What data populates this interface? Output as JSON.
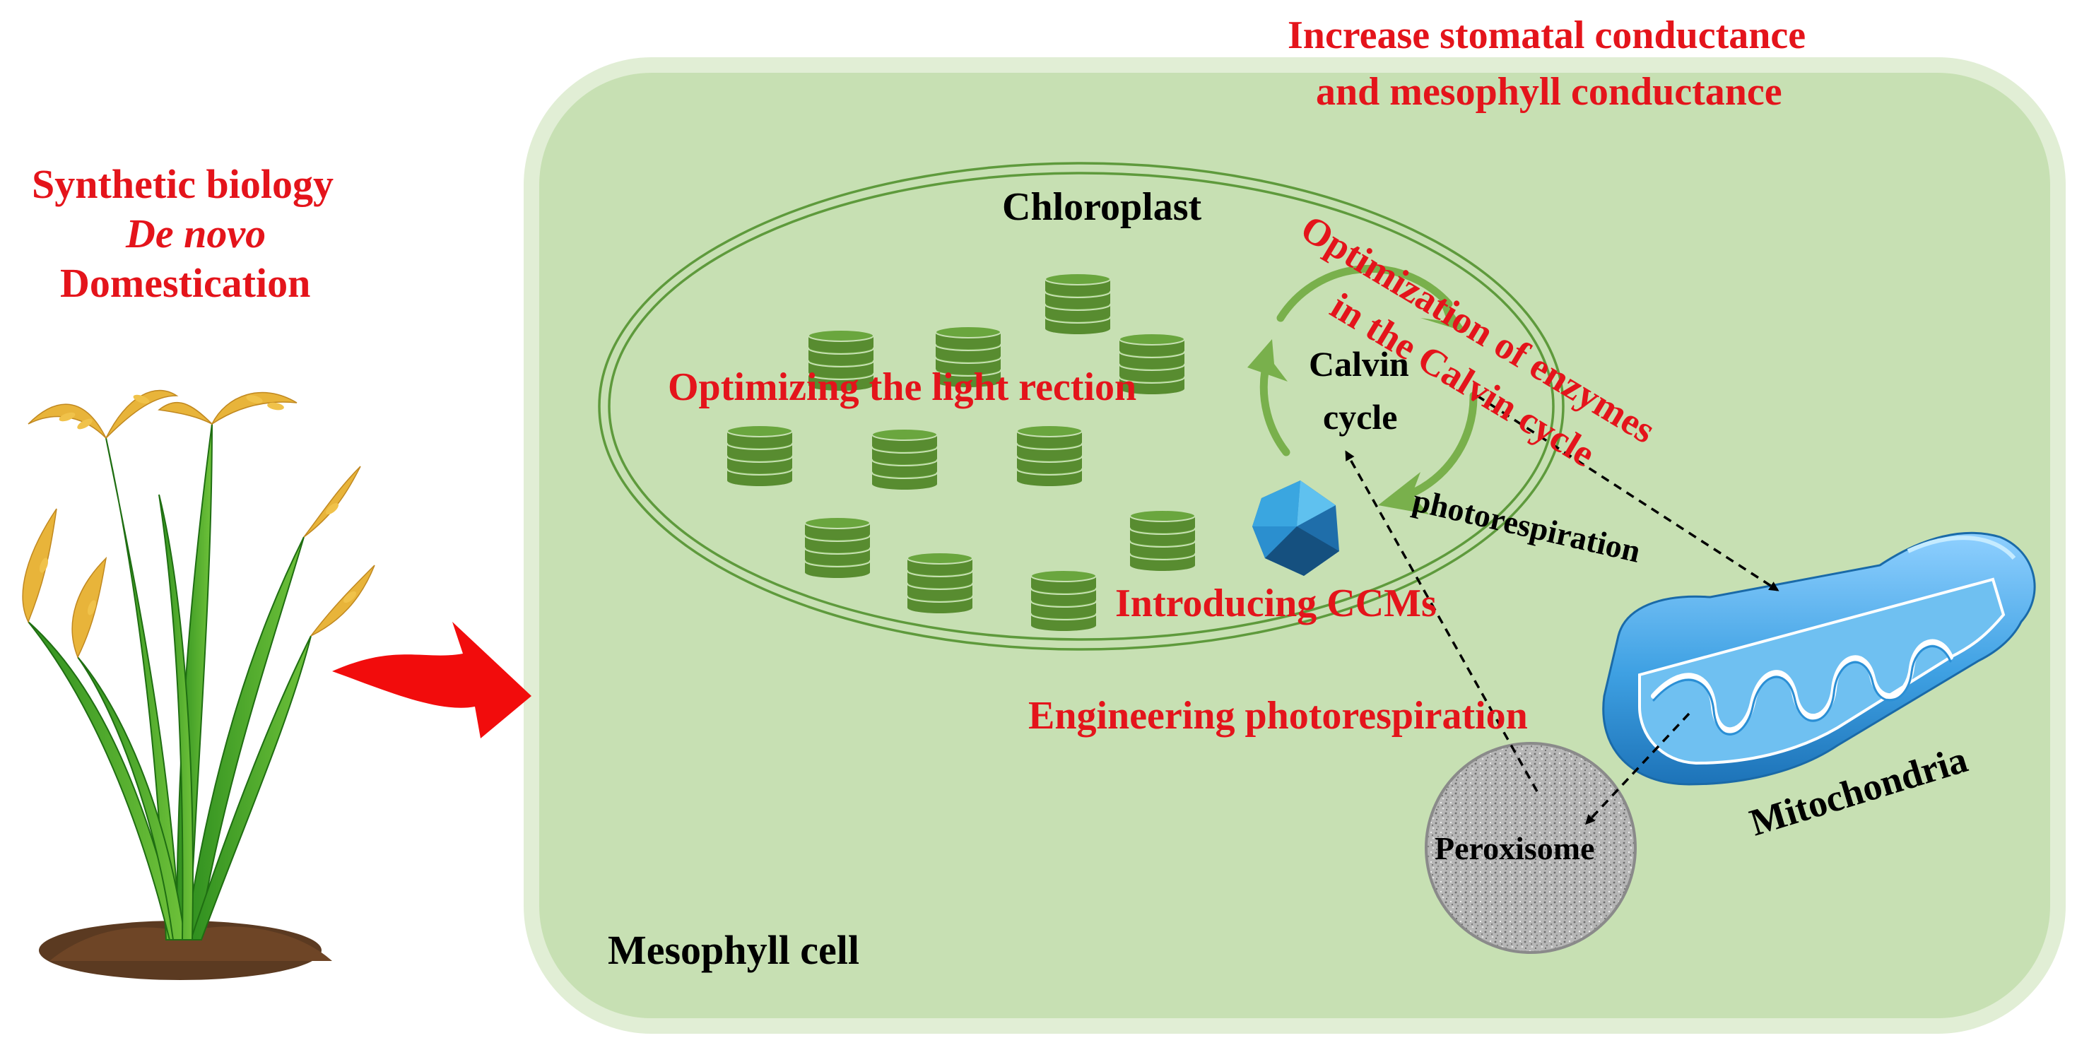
{
  "labels": {
    "synthetic_biology": "Synthetic biology",
    "de_novo": "De novo",
    "domestication": "Domestication",
    "stomatal_line1": "Increase stomatal conductance",
    "stomatal_line2": "and mesophyll conductance",
    "chloroplast": "Chloroplast",
    "optimizing_light": "Optimizing the light rection",
    "calvin_line1": "Calvin",
    "calvin_line2": "cycle",
    "enzymes_line1": "Optimization of enzymes",
    "enzymes_line2": "in the Calvin cycle",
    "photorespiration": "photorespiration",
    "introducing_ccms": "Introducing CCMs",
    "engineering_photorespiration": "Engineering photorespiration",
    "mitochondria": "Mitochondria",
    "peroxisome": "Peroxisome",
    "mesophyll_cell": "Mesophyll cell"
  },
  "colors": {
    "cell_fill": "#c7e0b3",
    "cell_border": "#e1eed5",
    "chloroplast_stroke": "#5e9a3c",
    "thylakoid": "#588c30",
    "cycle_arrow": "#79b04c",
    "mitochondria": "#3fa1e3",
    "peroxisome": "#a8a8a8",
    "label_red": "#e4141b",
    "arrow_red": "#f20c0c",
    "ccm_blue": "#1f6eaa"
  }
}
